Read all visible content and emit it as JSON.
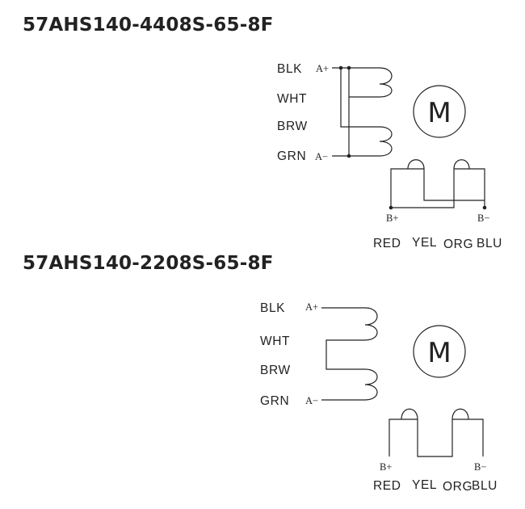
{
  "diagrams": [
    {
      "model": "57AHS140-4408S-65-8F",
      "phase_a": {
        "wires": [
          "BLK",
          "WHT",
          "BRW",
          "GRN"
        ],
        "plus": "A+",
        "minus": "A−"
      },
      "motor_label": "M",
      "phase_b": {
        "plus": "B+",
        "minus": "B−",
        "wires": [
          "RED",
          "YEL",
          "ORG",
          "BLU"
        ]
      }
    },
    {
      "model": "57AHS140-2208S-65-8F",
      "phase_a": {
        "wires": [
          "BLK",
          "WHT",
          "BRW",
          "GRN"
        ],
        "plus": "A+",
        "minus": "A−"
      },
      "motor_label": "M",
      "phase_b": {
        "plus": "B+",
        "minus": "B−",
        "wires": [
          "RED",
          "YEL",
          "ORG",
          "BLU"
        ]
      }
    }
  ]
}
